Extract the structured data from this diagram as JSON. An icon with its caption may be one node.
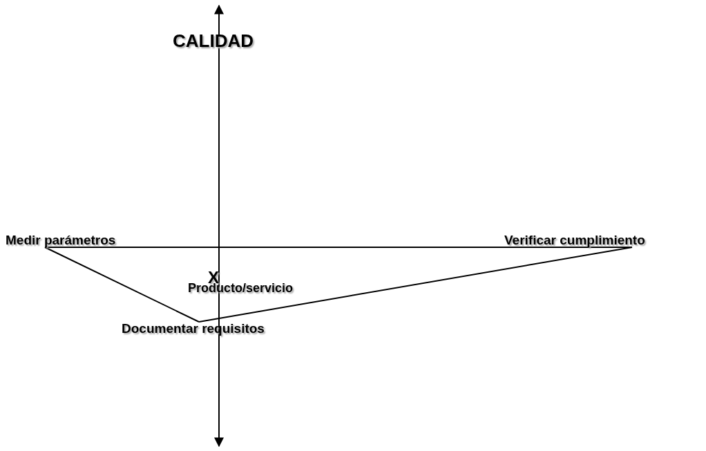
{
  "diagram": {
    "nodes": [
      {
        "text": [
          "Medir parámetros"
        ]
      },
      {
        "text": [
          "Verificar cumplimiento"
        ]
      },
      {
        "text": [
          "Documentar requisitos"
        ]
      }
    ],
    "edges": [
      {
        "from": 0,
        "to": 1,
        "arrow": "none"
      },
      {
        "from": 0,
        "to": 2,
        "arrow": "none"
      },
      {
        "from": 2,
        "to": 1,
        "arrow": "none"
      }
    ],
    "labels": [
      "CALIDAD",
      "X",
      "Producto/servicio"
    ]
  }
}
